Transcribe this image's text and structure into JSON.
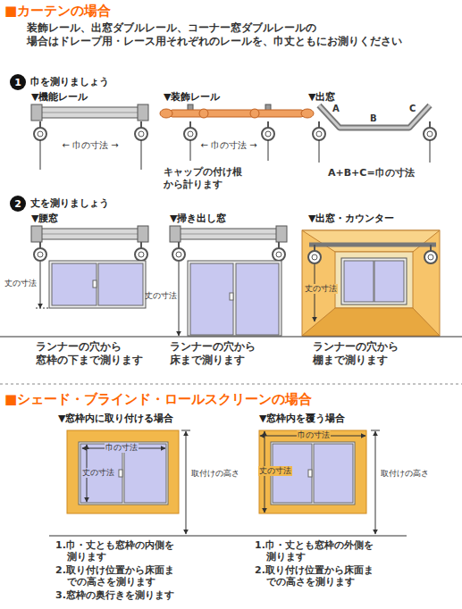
{
  "diagram": {
    "nodes": [
      {
        "text": [
          "1"
        ]
      },
      {
        "text": [
          "2"
        ]
      }
    ],
    "labels": [
      "■カーテンの場合",
      "装飾レール、出窓ダブルレール、コーナー窓ダブルレールの 場合はドレープ用・レース用それぞれのレールを、巾丈ともにお測りください",
      "巾を測りましょう",
      "▼機能レール",
      "▼装飾レール",
      "▼出窓",
      "← 巾の寸法 →",
      "← 巾の寸法 →",
      "キャップの付け根 から計ります",
      "A",
      "B",
      "C",
      "A+B+C=巾の寸法",
      "丈を測りましょう",
      "▼腰窓",
      "▼掃き出し窓",
      "▼出窓・カウンター",
      "丈の寸法",
      "丈の寸法",
      "丈の寸法",
      "ランナーの穴から 窓枠の下まで測ります",
      "ランナーの穴から 床まで測ります",
      "ランナーの穴から 棚まで測ります",
      "■シェード・ブラインド・ロールスクリーンの場合",
      "▼窓枠内に取り付ける場合",
      "▼窓枠内を覆う場合",
      "巾の寸法",
      "丈の寸法",
      "取付けの高さ",
      "巾の寸法",
      "丈の寸法",
      "取付けの高さ",
      "1.巾・丈とも窓枠の内側を 測ります",
      "2.取り付け位置から床面ま での高さを測ります",
      "3.窓枠の奥行きを測ります",
      "1.巾・丈とも窓枠の外側を 測ります",
      "2.取り付け位置から床面ま での高さを測ります"
    ]
  }
}
